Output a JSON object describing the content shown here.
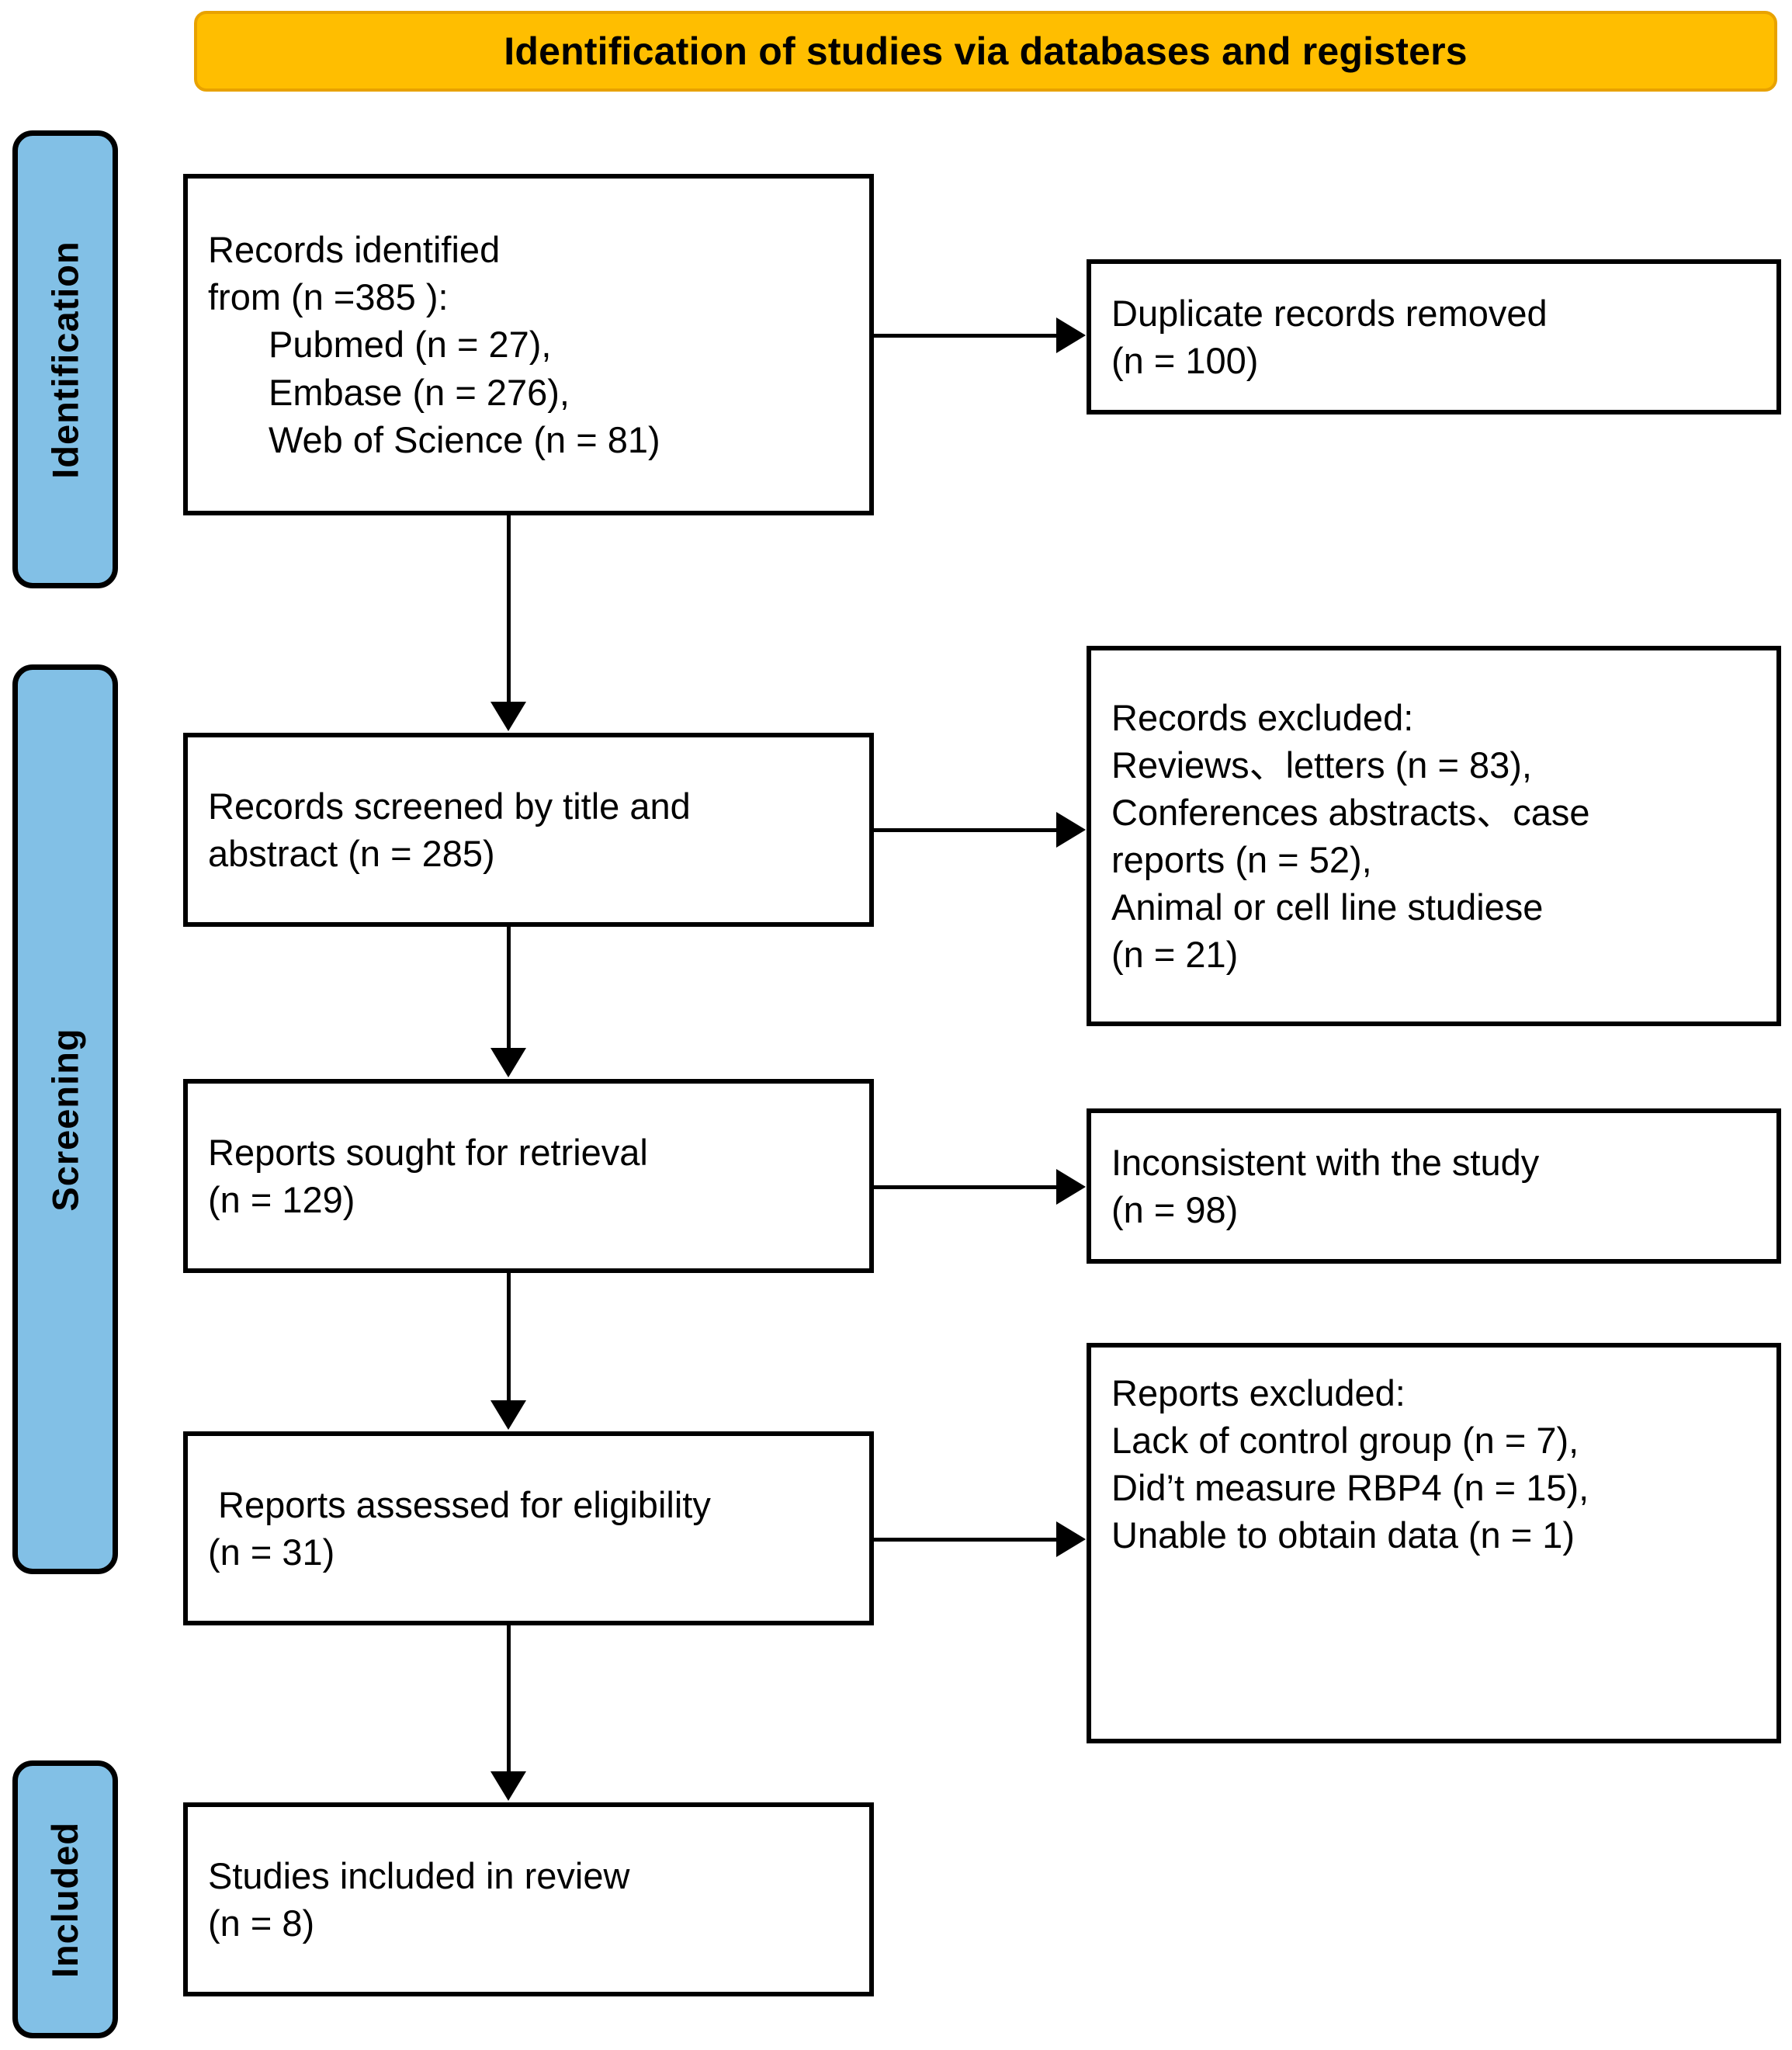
{
  "diagram": {
    "type": "PRISMA flow diagram",
    "banner": {
      "title": "Identification of studies via databases and registers",
      "color": "#FFBE00"
    },
    "stages": [
      {
        "label": "Identification",
        "color": "#82C0E6"
      },
      {
        "label": "Screening",
        "color": "#82C0E6"
      },
      {
        "label": "Included",
        "color": "#82C0E6"
      }
    ],
    "boxes": {
      "identified": {
        "lines": [
          "Records identified",
          "from (n =385 ):",
          "Pubmed (n = 27),",
          "Embase (n = 276),",
          "Web of Science (n = 81)"
        ]
      },
      "duplicates": {
        "lines": [
          "Duplicate records removed",
          "(n = 100)"
        ]
      },
      "screened": {
        "lines": [
          "Records screened by title and",
          "abstract (n = 285)"
        ]
      },
      "records_excluded": {
        "lines": [
          "Records excluded:",
          "Reviews、letters (n = 83),",
          "Conferences abstracts、case",
          "reports (n = 52),",
          "Animal or cell line studiese",
          "(n = 21)"
        ]
      },
      "sought": {
        "lines": [
          "Reports sought for retrieval",
          "(n = 129)"
        ]
      },
      "inconsistent": {
        "lines": [
          "Inconsistent with the study",
          "(n = 98)"
        ]
      },
      "assessed": {
        "lines": [
          " Reports assessed for eligibility",
          "(n = 31)"
        ]
      },
      "reports_excluded": {
        "lines": [
          "Reports excluded:",
          "Lack of control group (n = 7),",
          "Did’t measure RBP4 (n = 15),",
          "Unable to obtain data (n = 1)"
        ]
      },
      "included": {
        "lines": [
          "Studies included in review",
          "(n = 8)"
        ]
      }
    }
  }
}
